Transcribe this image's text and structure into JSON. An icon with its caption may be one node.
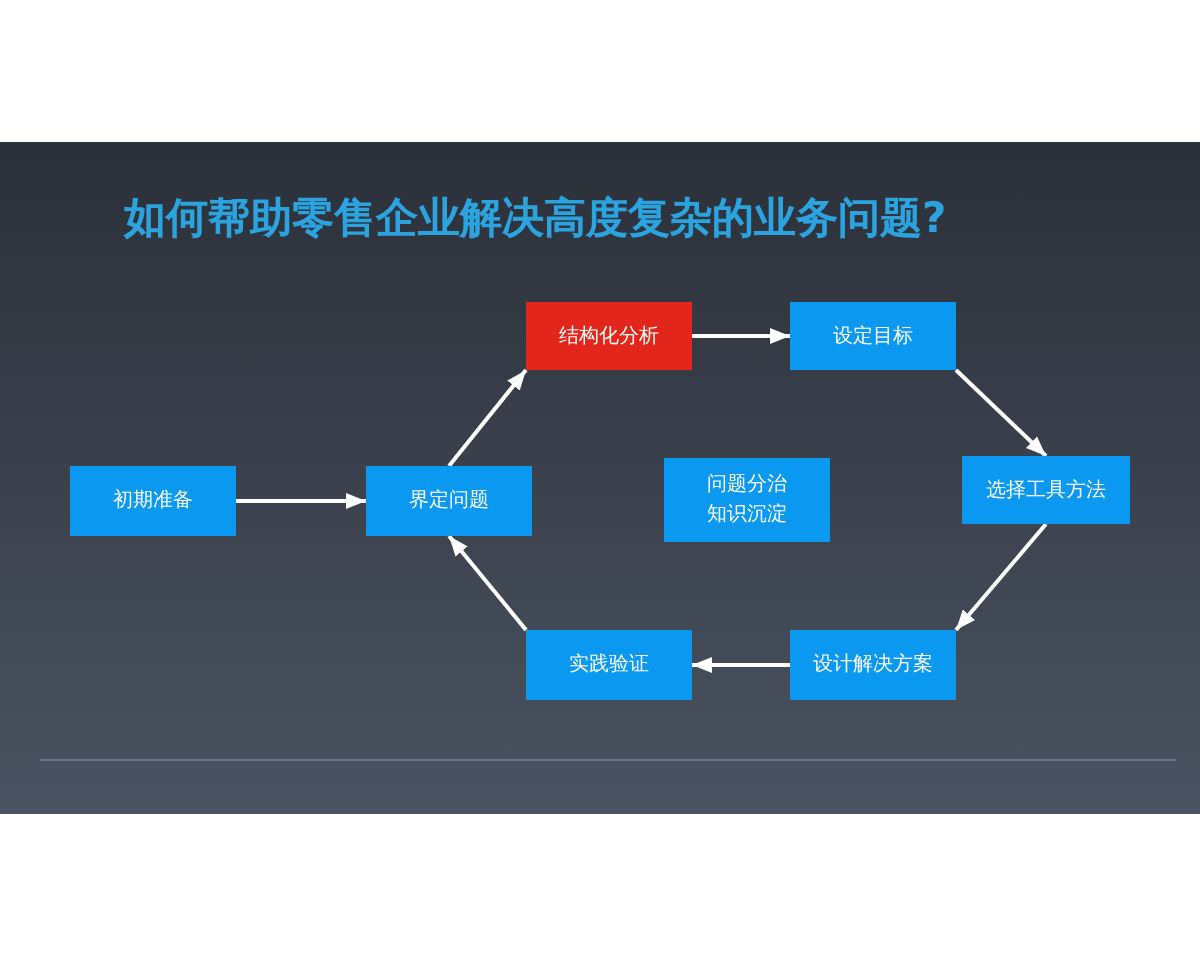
{
  "diagram": {
    "title": "如何帮助零售企业解决高度复杂的业务问题?",
    "nodes": [
      {
        "text": [
          "初期准备"
        ]
      },
      {
        "text": [
          "界定问题"
        ]
      },
      {
        "text": [
          "结构化分析"
        ]
      },
      {
        "text": [
          "设定目标"
        ]
      },
      {
        "text": [
          "选择工具方法"
        ]
      },
      {
        "text": [
          "设计解决方案"
        ]
      },
      {
        "text": [
          "实践验证"
        ]
      },
      {
        "text": [
          "问题分治",
          "知识沉淀"
        ]
      }
    ],
    "edges": [
      {
        "from": 0,
        "to": 1,
        "arrow": "to"
      },
      {
        "from": 1,
        "to": 2,
        "arrow": "to"
      },
      {
        "from": 2,
        "to": 3,
        "arrow": "to"
      },
      {
        "from": 3,
        "to": 4,
        "arrow": "to"
      },
      {
        "from": 4,
        "to": 5,
        "arrow": "to"
      },
      {
        "from": 5,
        "to": 6,
        "arrow": "to"
      },
      {
        "from": 6,
        "to": 1,
        "arrow": "to"
      }
    ]
  }
}
